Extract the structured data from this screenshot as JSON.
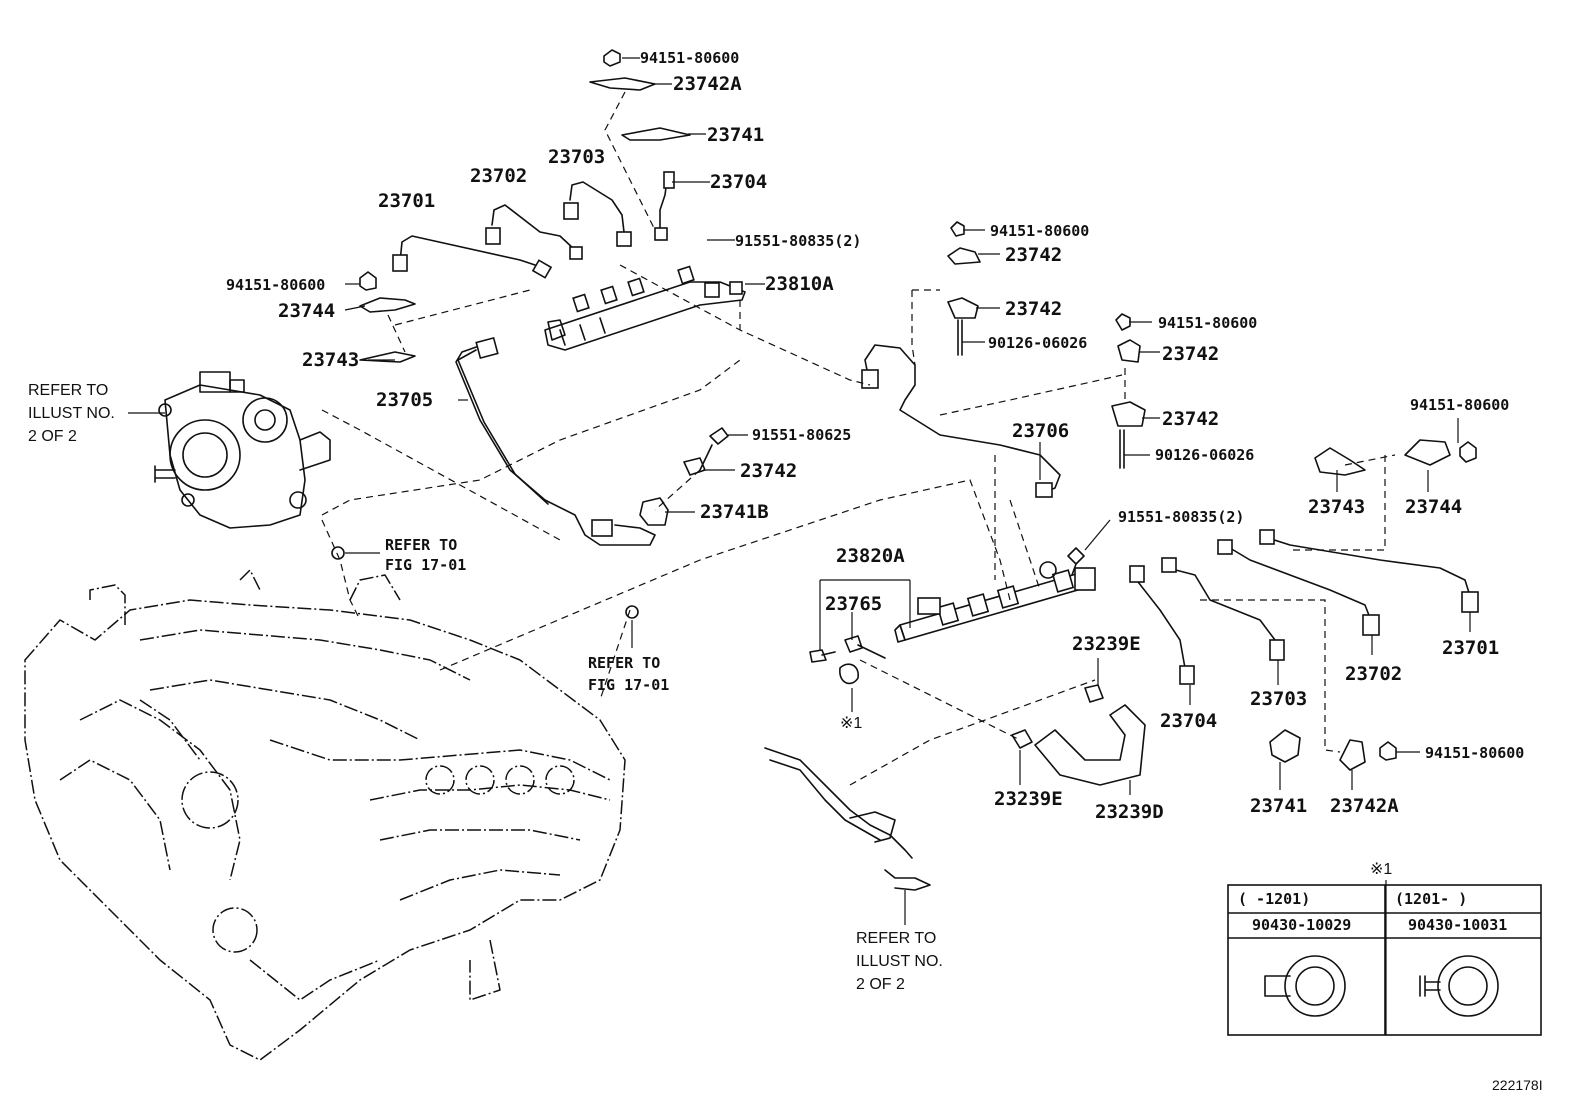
{
  "labels": {
    "n94151_top": "94151-80600",
    "l23742A_top": "23742A",
    "l23741_top": "23741",
    "l23703_top": "23703",
    "l23704_top": "23704",
    "l23702_top": "23702",
    "l23701_top": "23701",
    "n91551_80835_a": "91551-80835(2)",
    "l23810A": "23810A",
    "n94151_left": "94151-80600",
    "l23744_left": "23744",
    "l23743_left": "23743",
    "l23705": "23705",
    "n91551_80625": "91551-80625",
    "l23742_mid": "23742",
    "l23741B": "23741B",
    "n94151_mid": "94151-80600",
    "l23742_a": "23742",
    "l23742_b": "23742",
    "n90126_a": "90126-06026",
    "n94151_right": "94151-80600",
    "l23742_c": "23742",
    "l23742_d": "23742",
    "n90126_b": "90126-06026",
    "l23706": "23706",
    "n94151_far": "94151-80600",
    "l23743_right": "23743",
    "l23744_right": "23744",
    "n91551_80835_b": "91551-80835(2)",
    "l23820A": "23820A",
    "l23765": "23765",
    "l23239E_a": "23239E",
    "l23239E_b": "23239E",
    "l23239D": "23239D",
    "l23704_bot": "23704",
    "l23703_bot": "23703",
    "l23702_bot": "23702",
    "l23701_bot": "23701",
    "l23741_bot": "23741",
    "l23742A_bot": "23742A",
    "n94151_bot": "94151-80600",
    "mark1": "※1"
  },
  "notes": {
    "refer_illust_left": [
      "REFER TO",
      "ILLUST NO.",
      "2 OF 2"
    ],
    "refer_fig_a": [
      "REFER TO",
      "FIG 17-01"
    ],
    "refer_fig_b": [
      "REFER TO",
      "FIG 17-01"
    ],
    "refer_illust_bottom": [
      "REFER TO",
      "ILLUST NO.",
      "2 OF 2"
    ]
  },
  "table": {
    "mark": "※1",
    "columns": [
      {
        "range": "(    -1201)",
        "part_no": "90430-10029"
      },
      {
        "range": "(1201-    )",
        "part_no": "90430-10031"
      }
    ]
  },
  "figure_id": "222178I"
}
